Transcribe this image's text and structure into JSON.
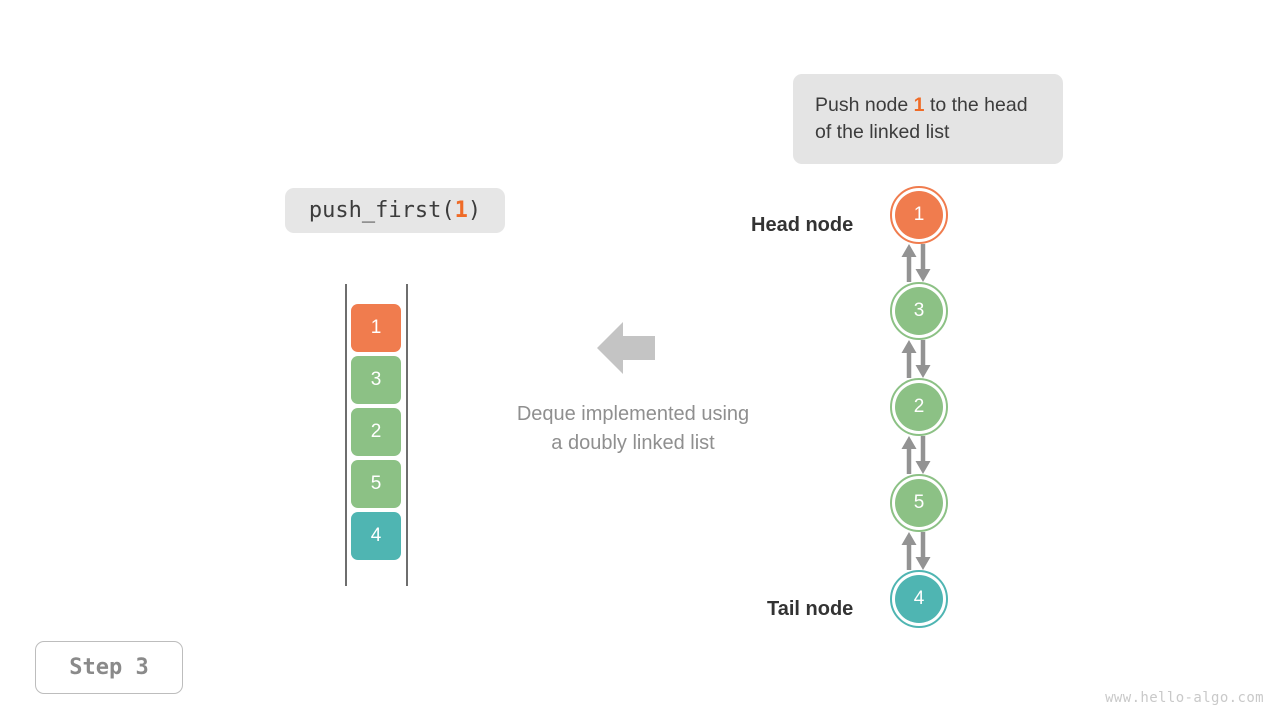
{
  "colors": {
    "orange": "#f07c4e",
    "green": "#8cc185",
    "teal": "#4fb5b2",
    "arrow_gray": "#939393",
    "block_arrow_gray": "#c4c4c4",
    "rail_gray": "#6e6e6e",
    "chip_bg": "#e6e6e6",
    "callout_bg": "#e4e4e4",
    "caption_gray": "#8f8f8f",
    "label_dark": "#333333",
    "watermark_gray": "#c9c9c9"
  },
  "callout": {
    "text_before": "Push node ",
    "highlight": "1",
    "text_after": " to the head of the linked list"
  },
  "operation": {
    "code_prefix": "push_first(",
    "code_arg": "1",
    "code_suffix": ")"
  },
  "stack": {
    "cells": [
      {
        "value": "1",
        "color": "#f07c4e"
      },
      {
        "value": "3",
        "color": "#8cc185"
      },
      {
        "value": "2",
        "color": "#8cc185"
      },
      {
        "value": "5",
        "color": "#8cc185"
      },
      {
        "value": "4",
        "color": "#4fb5b2"
      }
    ]
  },
  "center": {
    "arrow_icon": "arrow-left-icon",
    "caption_line1": "Deque implemented using",
    "caption_line2": "a doubly linked list"
  },
  "linked_list": {
    "head_label": "Head node",
    "tail_label": "Tail node",
    "nodes": [
      {
        "value": "1",
        "color": "#f07c4e"
      },
      {
        "value": "3",
        "color": "#8cc185"
      },
      {
        "value": "2",
        "color": "#8cc185"
      },
      {
        "value": "5",
        "color": "#8cc185"
      },
      {
        "value": "4",
        "color": "#4fb5b2"
      }
    ],
    "link_count": 4,
    "link_icon": "bidirectional-arrows-icon"
  },
  "footer": {
    "step_label": "Step 3",
    "watermark": "www.hello-algo.com"
  }
}
